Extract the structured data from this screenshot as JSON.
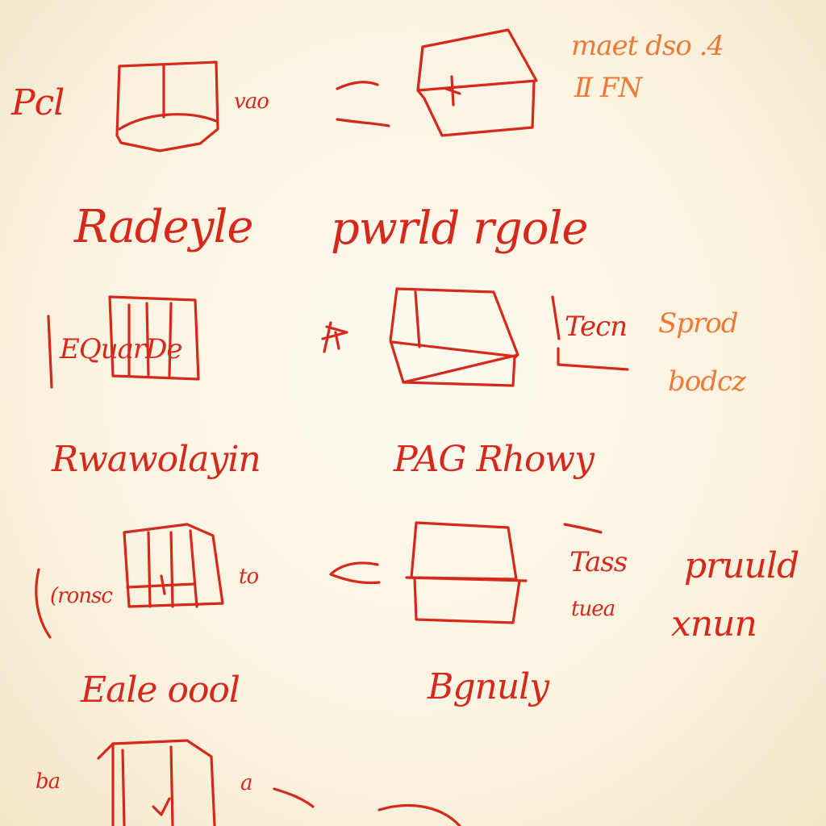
{
  "colors": {
    "ink_red": "#d6281b",
    "ink_orange": "#ec7a36",
    "paper": "#fbf5e4"
  },
  "row1": {
    "label_a": "Pcl",
    "label_b": "vao",
    "note_line1": "maet dso .4",
    "note_line2": "Ⅱ FN"
  },
  "row2": {
    "heading_a": "Radeyle",
    "heading_b": "pwrld rgole"
  },
  "row3": {
    "label_a": "EQuarDe",
    "label_b": "Tecn",
    "note_line1": "Sprod",
    "note_line2": "bodcz"
  },
  "row4": {
    "heading_a": "Rwawolayin",
    "heading_b": "PAG Rhowy"
  },
  "row5": {
    "label_a": "(ronsc",
    "label_b": "to",
    "note_a1": "Tass",
    "note_a2": "pruuld",
    "note_b1": "tuea",
    "note_b2": "xnun"
  },
  "row6": {
    "heading_a": "Eale oool",
    "heading_b": "Bgnuly"
  },
  "row7": {
    "label_a": "ba",
    "label_b": "a"
  }
}
